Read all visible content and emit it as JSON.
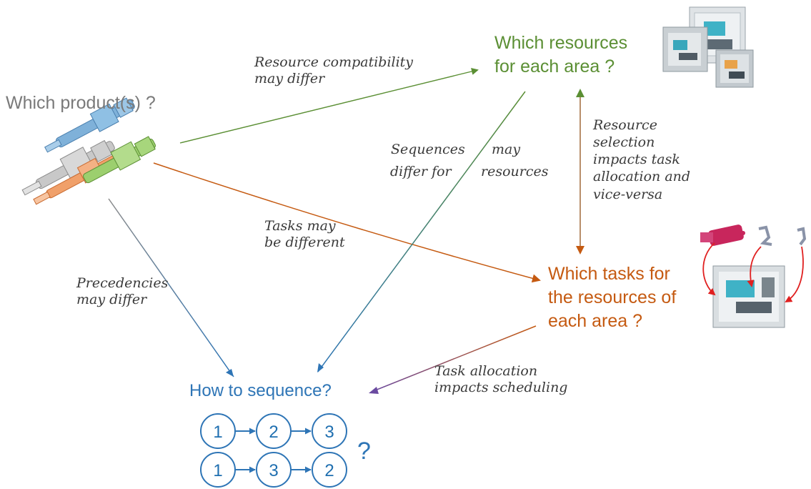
{
  "questions": {
    "products": "Which product(s) ?",
    "resources": "Which resources\nfor each area ?",
    "tasks": "Which tasks for\nthe resources of\neach area ?",
    "sequence": "How to sequence?"
  },
  "annotations": {
    "resource_compat": "Resource compatibility\nmay differ",
    "sequences": "Sequences",
    "may": "may",
    "differ_for": "differ for",
    "resources": "resources",
    "selection": "Resource\nselection\nimpacts task\nallocation and\nvice-versa",
    "tasks_differ": "Tasks may\nbe different",
    "precedencies": "Precedencies\nmay differ",
    "allocation": "Task allocation\nimpacts scheduling"
  },
  "sequences": {
    "row1": [
      "1",
      "2",
      "3"
    ],
    "row2": [
      "1",
      "3",
      "2"
    ],
    "question_mark": "?"
  },
  "colors": {
    "products": "#7a7a7a",
    "resources": "#5b8f34",
    "tasks": "#c55a11",
    "sequence": "#2e75b6"
  }
}
